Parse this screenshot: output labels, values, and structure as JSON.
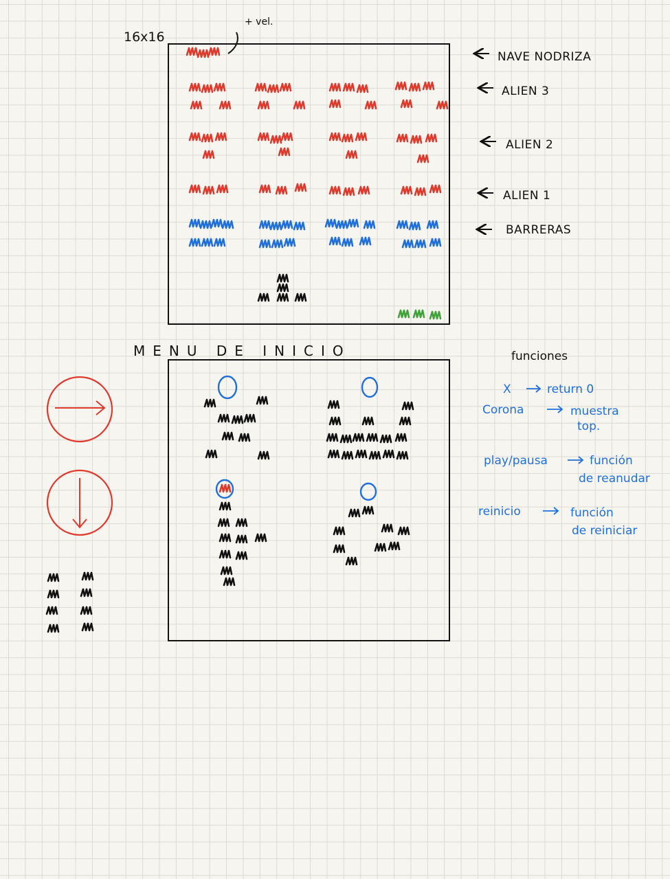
{
  "grid_label": "16x16",
  "velocity_note": "+ vel.",
  "legend": {
    "mothership": "NAVE NODRIZA",
    "alien3": "ALIEN 3",
    "alien2": "ALIEN 2",
    "alien1": "ALIEN 1",
    "barriers": "BARRERAS"
  },
  "menu_title": "MENU DE INICIO",
  "functions": {
    "title": "funciones",
    "items": [
      {
        "left": "X",
        "right": "return 0"
      },
      {
        "left": "Corona",
        "right": "muestra",
        "right2": "top."
      },
      {
        "left": "play/pausa",
        "right": "función",
        "right2": "de reanudar"
      },
      {
        "left": "reinicio",
        "right": "función",
        "right2": "de reiniciar"
      }
    ]
  },
  "colors": {
    "red": "#e0392b",
    "blue": "#1f6fdc",
    "green": "#3fa33a",
    "black": "#111111",
    "grid": "#dcdad4"
  },
  "icons": [
    "arrow-right-icon",
    "arrow-down-icon"
  ]
}
